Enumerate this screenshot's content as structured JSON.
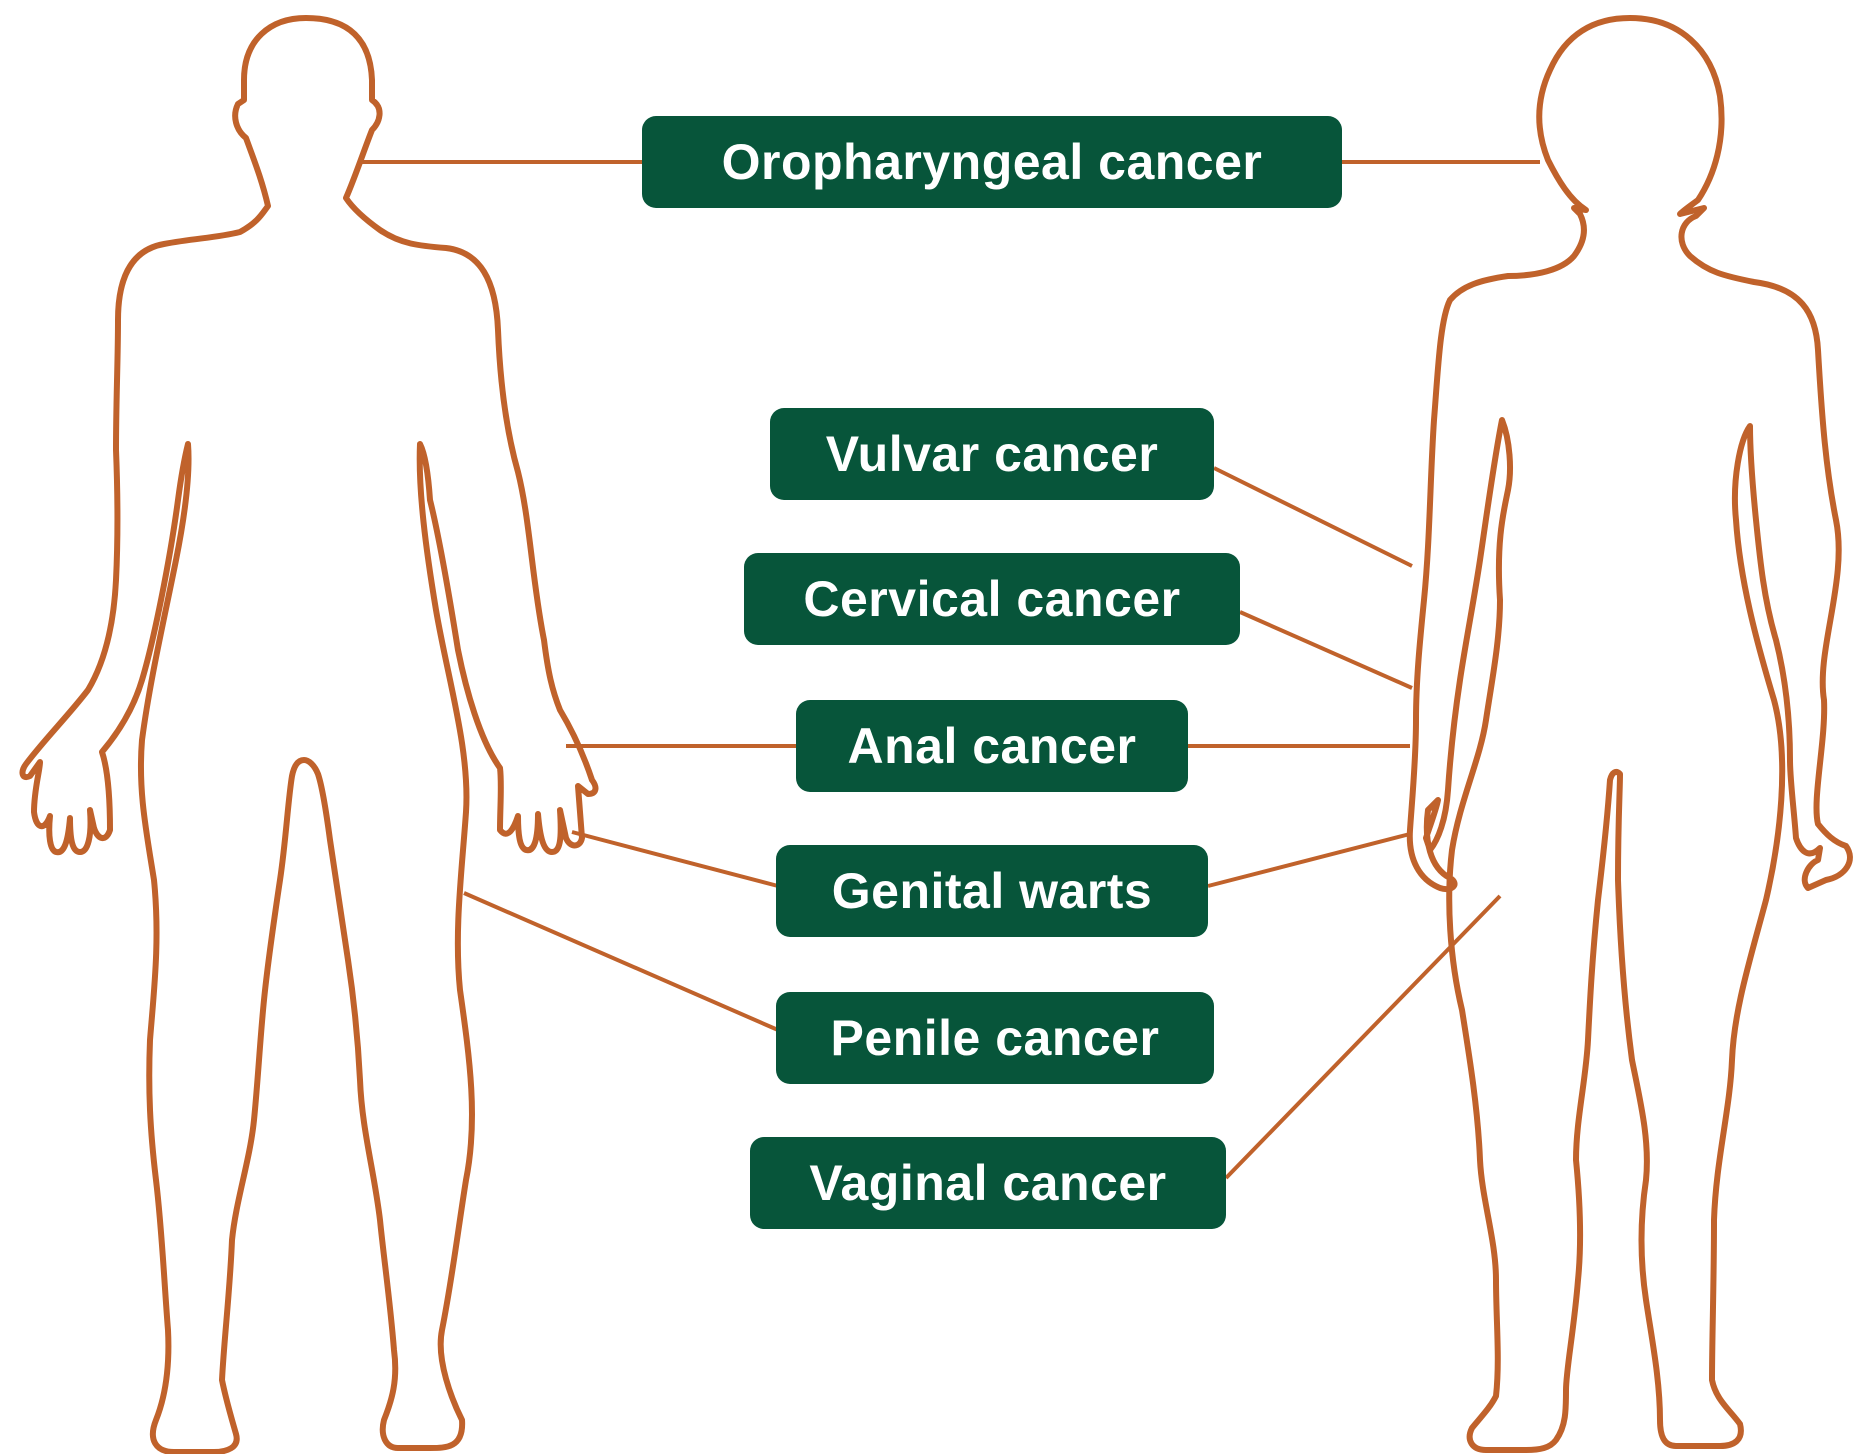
{
  "colors": {
    "outline": "#c0622b",
    "label_background": "#07553a",
    "label_text": "#ffffff",
    "page_background": "#ffffff"
  },
  "figures": {
    "left": "male-body-outline",
    "right": "female-body-outline"
  },
  "labels": {
    "oropharyngeal": "Oropharyngeal cancer",
    "vulvar": "Vulvar cancer",
    "cervical": "Cervical cancer",
    "anal": "Anal cancer",
    "genital_warts": "Genital warts",
    "penile": "Penile cancer",
    "vaginal": "Vaginal cancer"
  }
}
